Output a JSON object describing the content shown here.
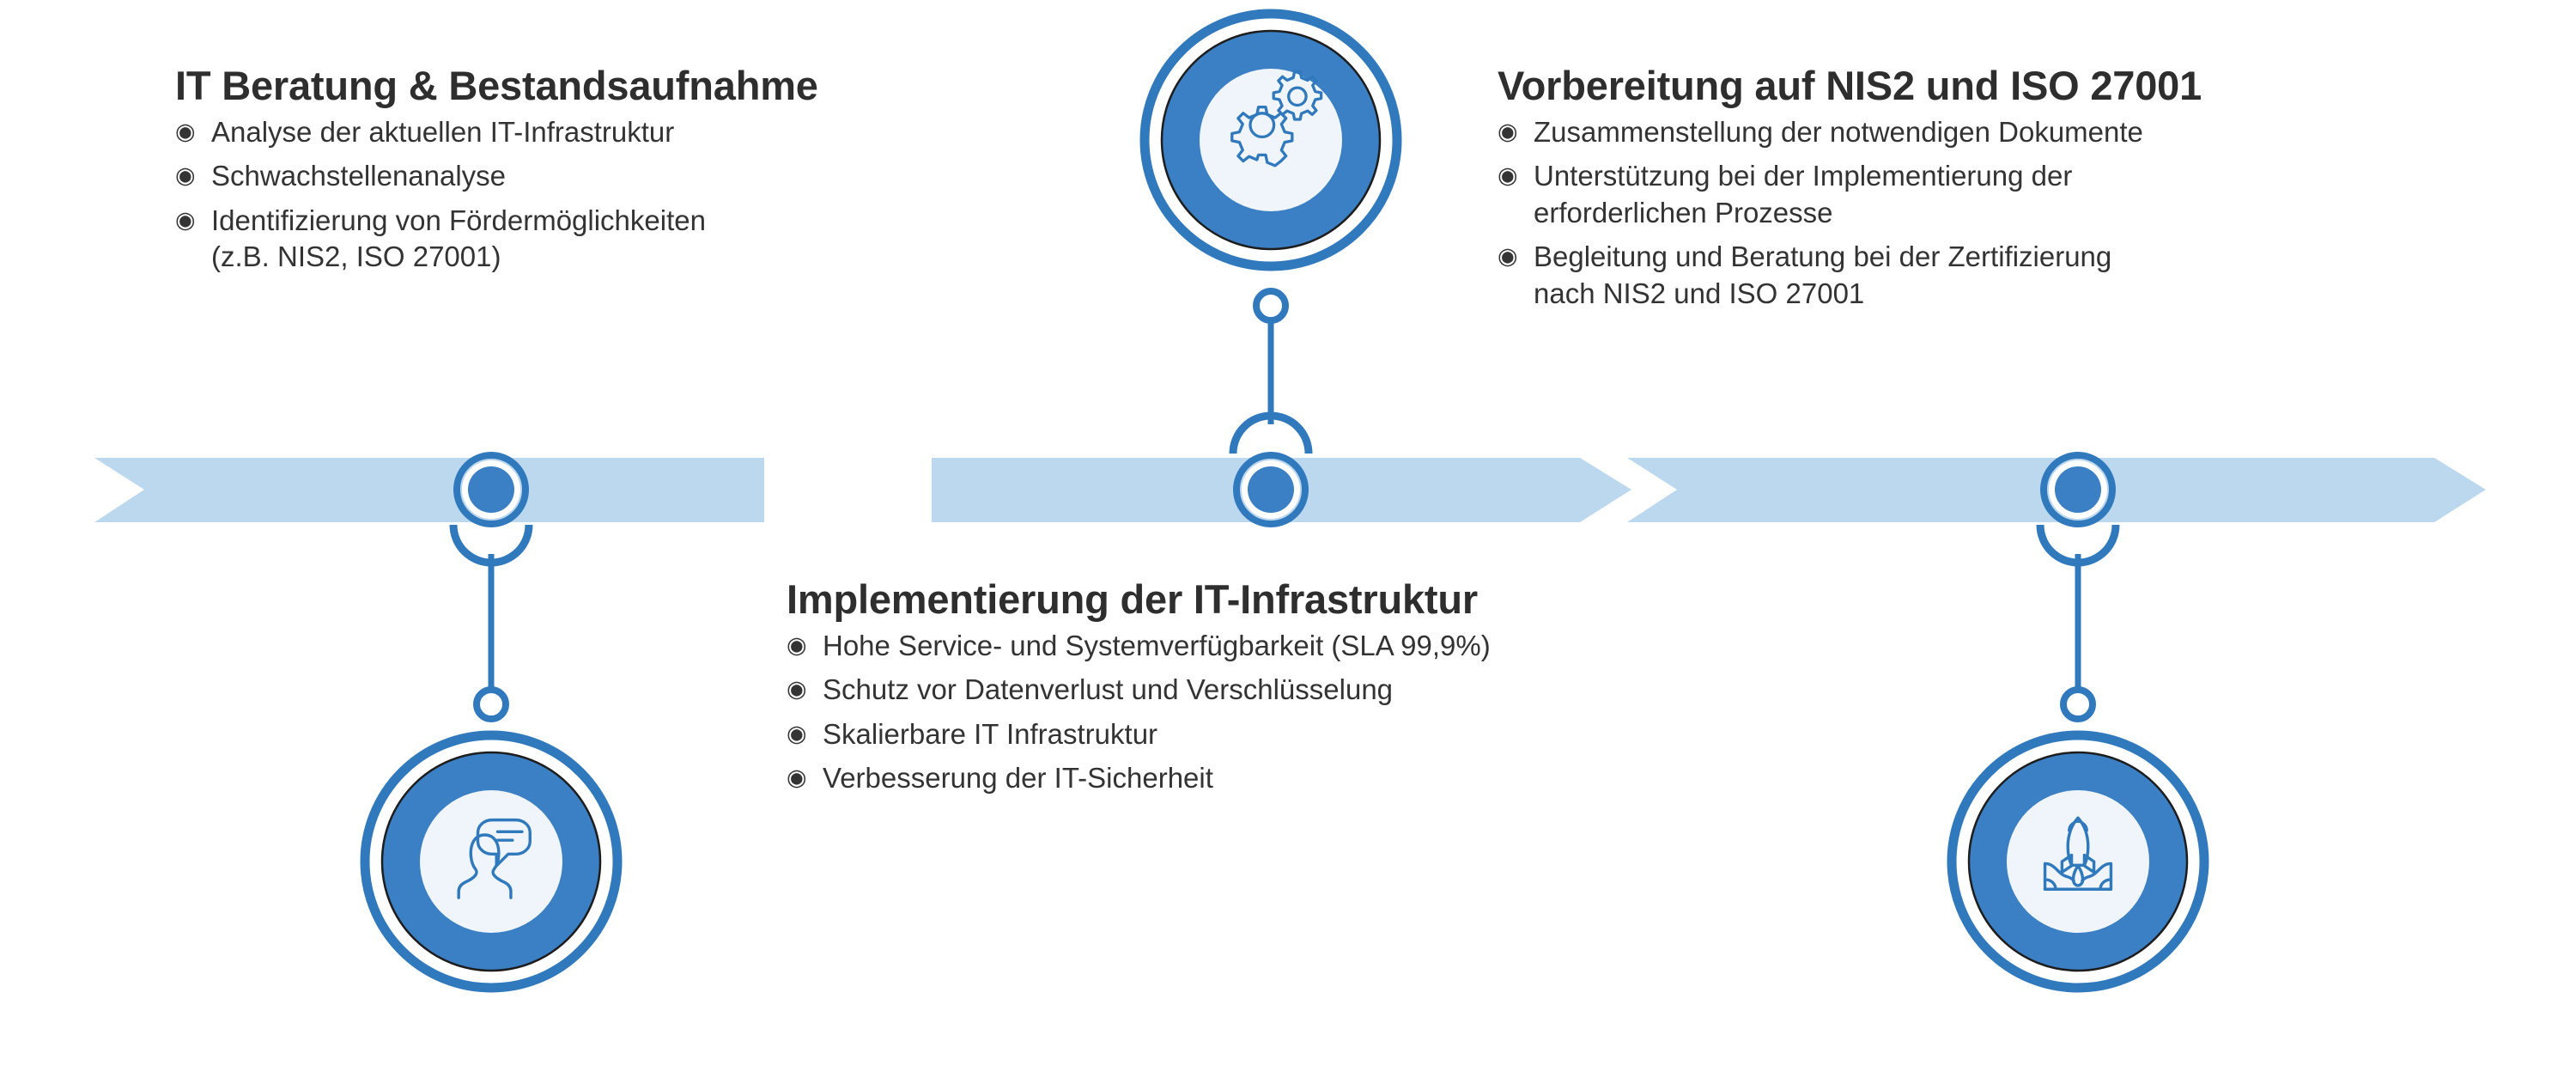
{
  "theme": {
    "band_fill": "#bcd8ef",
    "accent_blue": "#3b80c4",
    "badge_ring": "#3079bd",
    "badge_inner_fill": "#eff5fb",
    "heading_color": "#2e2e2e",
    "body_color": "#333333",
    "page_background": "#ffffff"
  },
  "bullet_glyph": "◉",
  "steps": [
    {
      "id": "step-1",
      "position": "left",
      "heading": "IT Beratung & Bestandsaufnahme",
      "icon": "consultation-icon",
      "bullets": [
        {
          "line1": "Analyse der aktuellen IT-Infrastruktur",
          "line2": ""
        },
        {
          "line1": "Schwachstellenanalyse",
          "line2": ""
        },
        {
          "line1": "Identifizierung von Fördermöglichkeiten",
          "line2": "(z.B. NIS2, ISO 27001)"
        }
      ]
    },
    {
      "id": "step-2",
      "position": "center",
      "heading": "Implementierung der IT-Infrastruktur",
      "icon": "gears-icon",
      "bullets": [
        {
          "line1": "Hohe Service- und Systemverfügbarkeit (SLA 99,9%)",
          "line2": ""
        },
        {
          "line1": "Schutz vor Datenverlust und Verschlüsselung",
          "line2": ""
        },
        {
          "line1": "Skalierbare IT Infrastruktur",
          "line2": ""
        },
        {
          "line1": "Verbesserung der IT-Sicherheit",
          "line2": ""
        }
      ]
    },
    {
      "id": "step-3",
      "position": "right",
      "heading": "Vorbereitung auf NIS2 und ISO 27001",
      "icon": "rocket-launch-icon",
      "bullets": [
        {
          "line1": "Zusammenstellung der notwendigen Dokumente",
          "line2": ""
        },
        {
          "line1": "Unterstützung bei der Implementierung der",
          "line2": "erforderlichen Prozesse"
        },
        {
          "line1": "Begleitung und Beratung bei der Zertifizierung",
          "line2": "nach NIS2 und ISO 27001"
        }
      ]
    }
  ],
  "timeline": {
    "bands": [
      {
        "name": "band-1",
        "shape": "notch-left-flat-right"
      },
      {
        "name": "band-2",
        "shape": "flat-left-arrow-right"
      },
      {
        "name": "band-3",
        "shape": "notch-left-arrow-right"
      }
    ],
    "markers": [
      {
        "name": "marker-1",
        "connector": "down"
      },
      {
        "name": "marker-2",
        "connector": "up"
      },
      {
        "name": "marker-3",
        "connector": "down"
      }
    ]
  }
}
